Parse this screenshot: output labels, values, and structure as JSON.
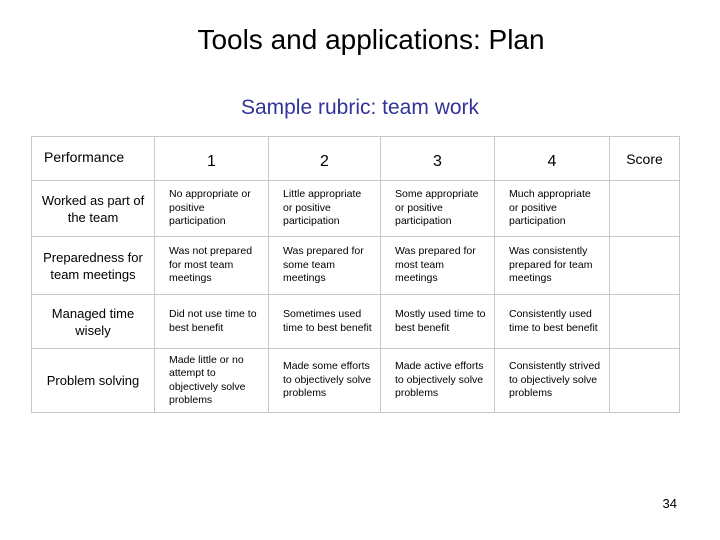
{
  "title": "Tools and applications: Plan",
  "subtitle": "Sample rubric: team work",
  "colors": {
    "subtitle": "#333399",
    "border": "#a6a6a6"
  },
  "table": {
    "headers": {
      "performance": "Performance",
      "levels": [
        "1",
        "2",
        "3",
        "4"
      ],
      "score": "Score"
    },
    "rows": [
      {
        "label": "Worked as part of the team",
        "cells": [
          "No appropriate or positive participation",
          "Little appropriate or positive participation",
          "Some appropriate or positive participation",
          "Much appropriate or positive participation"
        ],
        "score": ""
      },
      {
        "label": "Preparedness for team meetings",
        "cells": [
          "Was not prepared for most team meetings",
          "Was prepared for some team meetings",
          "Was prepared for most team meetings",
          "Was consistently prepared for team meetings"
        ],
        "score": ""
      },
      {
        "label": "Managed time wisely",
        "cells": [
          "Did not use time to best benefit",
          "Sometimes used time to best benefit",
          "Mostly used time to best benefit",
          "Consistently used time to best benefit"
        ],
        "score": ""
      },
      {
        "label": "Problem solving",
        "cells": [
          "Made little or no attempt to objectively solve problems",
          "Made some efforts to objectively solve problems",
          "Made active efforts to objectively solve problems",
          "Consistently strived to objectively solve problems"
        ],
        "score": ""
      }
    ]
  },
  "page_number": "34"
}
